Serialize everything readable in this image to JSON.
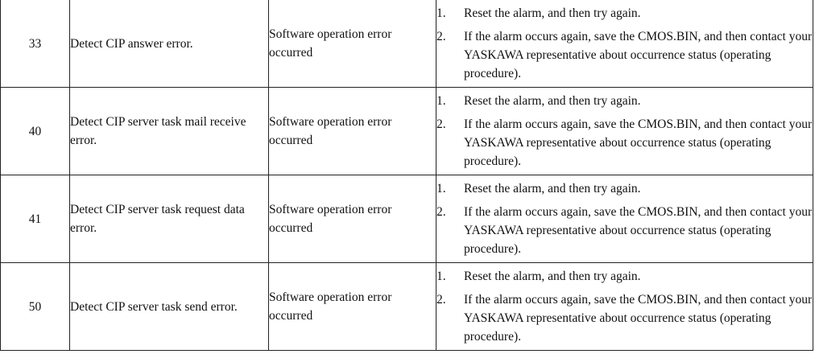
{
  "rows": [
    {
      "code": "33",
      "description": "Detect CIP answer error.",
      "cause": "Software operation error occurred",
      "steps": [
        {
          "num": "1.",
          "text": "Reset the alarm, and then try again."
        },
        {
          "num": "2.",
          "text": "If the alarm occurs again, save the CMOS.BIN, and then contact your YASKAWA representative about occurrence status (operating procedure)."
        }
      ]
    },
    {
      "code": "40",
      "description": "Detect CIP server task mail receive error.",
      "cause": "Software operation error occurred",
      "steps": [
        {
          "num": "1.",
          "text": "Reset the alarm, and then try again."
        },
        {
          "num": "2.",
          "text": "If the alarm occurs again, save the CMOS.BIN, and then contact your YASKAWA representative about occurrence status (operating procedure)."
        }
      ]
    },
    {
      "code": "41",
      "description": "Detect CIP server task request data error.",
      "cause": "Software operation error occurred",
      "steps": [
        {
          "num": "1.",
          "text": "Reset the alarm, and then try again."
        },
        {
          "num": "2.",
          "text": "If the alarm occurs again, save the CMOS.BIN, and then contact your YASKAWA representative about occurrence status (operating procedure)."
        }
      ]
    },
    {
      "code": "50",
      "description": "Detect CIP server task send error.",
      "cause": "Software operation error occurred",
      "steps": [
        {
          "num": "1.",
          "text": "Reset the alarm, and then try again."
        },
        {
          "num": "2.",
          "text": "If the alarm occurs again, save the CMOS.BIN, and then contact your YASKAWA representative about occurrence status (operating procedure)."
        }
      ]
    }
  ]
}
